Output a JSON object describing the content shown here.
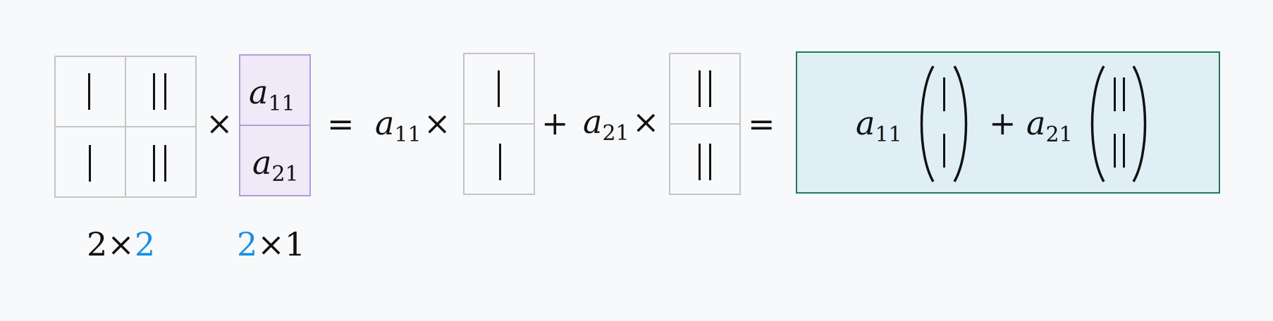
{
  "colors": {
    "background": "#f8f9fb",
    "grid_border": "#c4c4c4",
    "vector_fill": "#efe9f8",
    "vector_border": "#b39ddb",
    "result_fill": "#e0eff6",
    "result_border": "#1f7a5a",
    "highlight_dim": "#1a8fe0"
  },
  "matrix": {
    "cells": [
      [
        "|",
        "||"
      ],
      [
        "|",
        "||"
      ]
    ],
    "dims": {
      "rows": "2",
      "times": "×",
      "cols": "2"
    }
  },
  "vector": {
    "entries": [
      {
        "base": "a",
        "sub": "11"
      },
      {
        "base": "a",
        "sub": "21"
      }
    ],
    "dims": {
      "rows": "2",
      "times": "×",
      "cols": "1"
    }
  },
  "operators": {
    "times": "×",
    "equals": "=",
    "plus": "+"
  },
  "expansion": {
    "term1": {
      "base": "a",
      "sub": "11"
    },
    "term2": {
      "base": "a",
      "sub": "21"
    },
    "col1": [
      "|",
      "|"
    ],
    "col2": [
      "||",
      "||"
    ]
  },
  "result": {
    "term1": {
      "base": "a",
      "sub": "11"
    },
    "term2": {
      "base": "a",
      "sub": "21"
    },
    "col1": [
      "|",
      "|"
    ],
    "col2": [
      "||",
      "||"
    ]
  }
}
